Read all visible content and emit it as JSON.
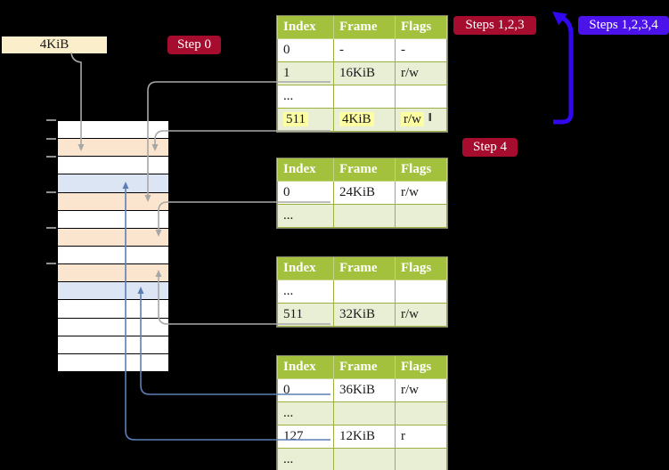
{
  "colors": {
    "table_header_green": "#a3c13c",
    "table_row_green": "#e9efd4",
    "table_border": "#9ab141",
    "highlight_yellow": "#fdfda1",
    "badge_red": "#a60c2e",
    "badge_blue": "#4b13ea",
    "box_cream": "#faeecb",
    "stack_peach": "#fce5cf",
    "stack_blue": "#dbe5f4",
    "arrow_gray": "#a7a7a7",
    "arrow_blue": "#5b7fb5",
    "arrow_thick_blue": "#3208f0"
  },
  "page_size_box": {
    "label": "4KiB"
  },
  "badges": {
    "step0": "Step 0",
    "steps123": "Steps 1,2,3",
    "steps1234": "Steps 1,2,3,4",
    "step4": "Step 4"
  },
  "page_tables": [
    {
      "name": "page-table-top",
      "headers": [
        "Index",
        "Frame",
        "Flags"
      ],
      "rows": [
        {
          "cells": [
            "0",
            "-",
            "-"
          ],
          "shaded": false,
          "highlight": false
        },
        {
          "cells": [
            "1",
            "16KiB",
            "r/w"
          ],
          "shaded": true,
          "highlight": false
        },
        {
          "cells": [
            "...",
            "",
            ""
          ],
          "shaded": false,
          "highlight": false
        },
        {
          "cells": [
            "511",
            "4KiB",
            "r/w"
          ],
          "shaded": true,
          "highlight": true
        }
      ]
    },
    {
      "name": "page-table-second",
      "headers": [
        "Index",
        "Frame",
        "Flags"
      ],
      "rows": [
        {
          "cells": [
            "0",
            "24KiB",
            "r/w"
          ],
          "shaded": false,
          "highlight": false
        },
        {
          "cells": [
            "...",
            "",
            ""
          ],
          "shaded": true,
          "highlight": false
        }
      ]
    },
    {
      "name": "page-table-third",
      "headers": [
        "Index",
        "Frame",
        "Flags"
      ],
      "rows": [
        {
          "cells": [
            "...",
            "",
            ""
          ],
          "shaded": false,
          "highlight": false
        },
        {
          "cells": [
            "511",
            "32KiB",
            "r/w"
          ],
          "shaded": true,
          "highlight": false
        }
      ]
    },
    {
      "name": "page-table-bottom",
      "headers": [
        "Index",
        "Frame",
        "Flags"
      ],
      "rows": [
        {
          "cells": [
            "0",
            "36KiB",
            "r/w"
          ],
          "shaded": false,
          "highlight": false
        },
        {
          "cells": [
            "...",
            "",
            ""
          ],
          "shaded": true,
          "highlight": false
        },
        {
          "cells": [
            "127",
            "12KiB",
            "r"
          ],
          "shaded": false,
          "highlight": false
        },
        {
          "cells": [
            "...",
            "",
            ""
          ],
          "shaded": true,
          "highlight": false
        }
      ]
    }
  ],
  "memory_stack": {
    "rows": [
      "white",
      "peach",
      "white",
      "blue",
      "peach",
      "white",
      "peach",
      "white",
      "peach",
      "blue",
      "white",
      "white",
      "white",
      "white"
    ]
  }
}
